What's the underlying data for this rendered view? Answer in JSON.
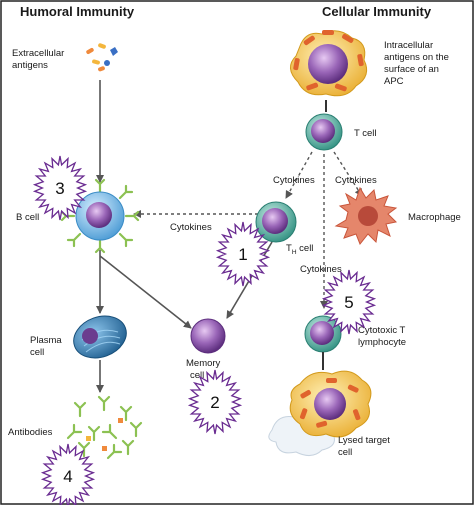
{
  "headings": {
    "humoral": "Humoral Immunity",
    "cellular": "Cellular Immunity"
  },
  "labels": {
    "extracellular_l1": "Extracellular",
    "extracellular_l2": "antigens",
    "intracellular_l1": "Intracellular",
    "intracellular_l2": "antigens on the",
    "intracellular_l3": "surface of an",
    "intracellular_l4": "APC",
    "t_cell": "T cell",
    "cytokines_left": "Cytokines",
    "cytokines_right": "Cytokines",
    "cytokines_mid": "Cytokines",
    "cytokines_lower": "Cytokines",
    "b_cell": "B cell",
    "th_cell_prefix": "T",
    "th_cell_sub": "H",
    "th_cell_suffix": " cell",
    "macrophage": "Macrophage",
    "plasma_l1": "Plasma",
    "plasma_l2": "cell",
    "memory_l1": "Memory",
    "memory_l2": "cell",
    "cytotoxic_l1": "Cytotoxic T",
    "cytotoxic_l2": "lymphocyte",
    "antibodies": "Antibodies",
    "lysed_l1": "Lysed target",
    "lysed_l2": "cell"
  },
  "badges": {
    "b1": "1",
    "b2": "2",
    "b3": "3",
    "b4": "4",
    "b5": "5"
  },
  "colors": {
    "arrow": "#555555",
    "cell_purple": "#8a5aa8",
    "cell_teal": "#4aa79a",
    "b_cell_blue": "#6fb6e0",
    "plasma_blue": "#2f76a8",
    "macrophage": "#e07a5f",
    "apc_yellow": "#f4c84a",
    "antibody_green": "#8cc152",
    "badge_stroke": "#6a2c91"
  }
}
